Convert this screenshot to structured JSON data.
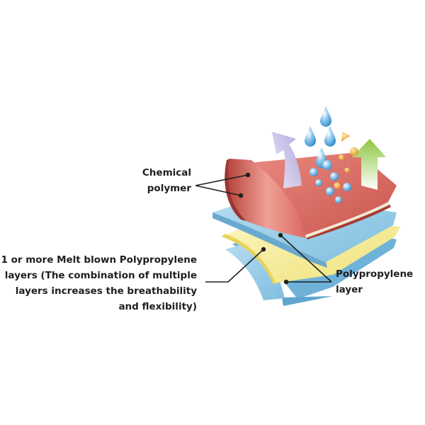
{
  "labels": {
    "chemical_polymer": [
      "Chemical",
      "polymer"
    ],
    "melt_blown": [
      "1 or more Melt blown Polypropylene",
      "layers (The combination of multiple",
      "layers increases the breathability",
      "and flexibility)"
    ],
    "polypropylene_layer": [
      "Polypropylene",
      "layer"
    ]
  },
  "colors": {
    "polymer_red": "#d9685e",
    "blue_layer": "#9fd0ea",
    "yellow_layer": "#f6ee9c",
    "vapor_arrow": "#c9c3ea",
    "green_arrow": "#a8d46a",
    "droplet_blue": "#6cb4e2",
    "particle_orange": "#f0a830"
  }
}
